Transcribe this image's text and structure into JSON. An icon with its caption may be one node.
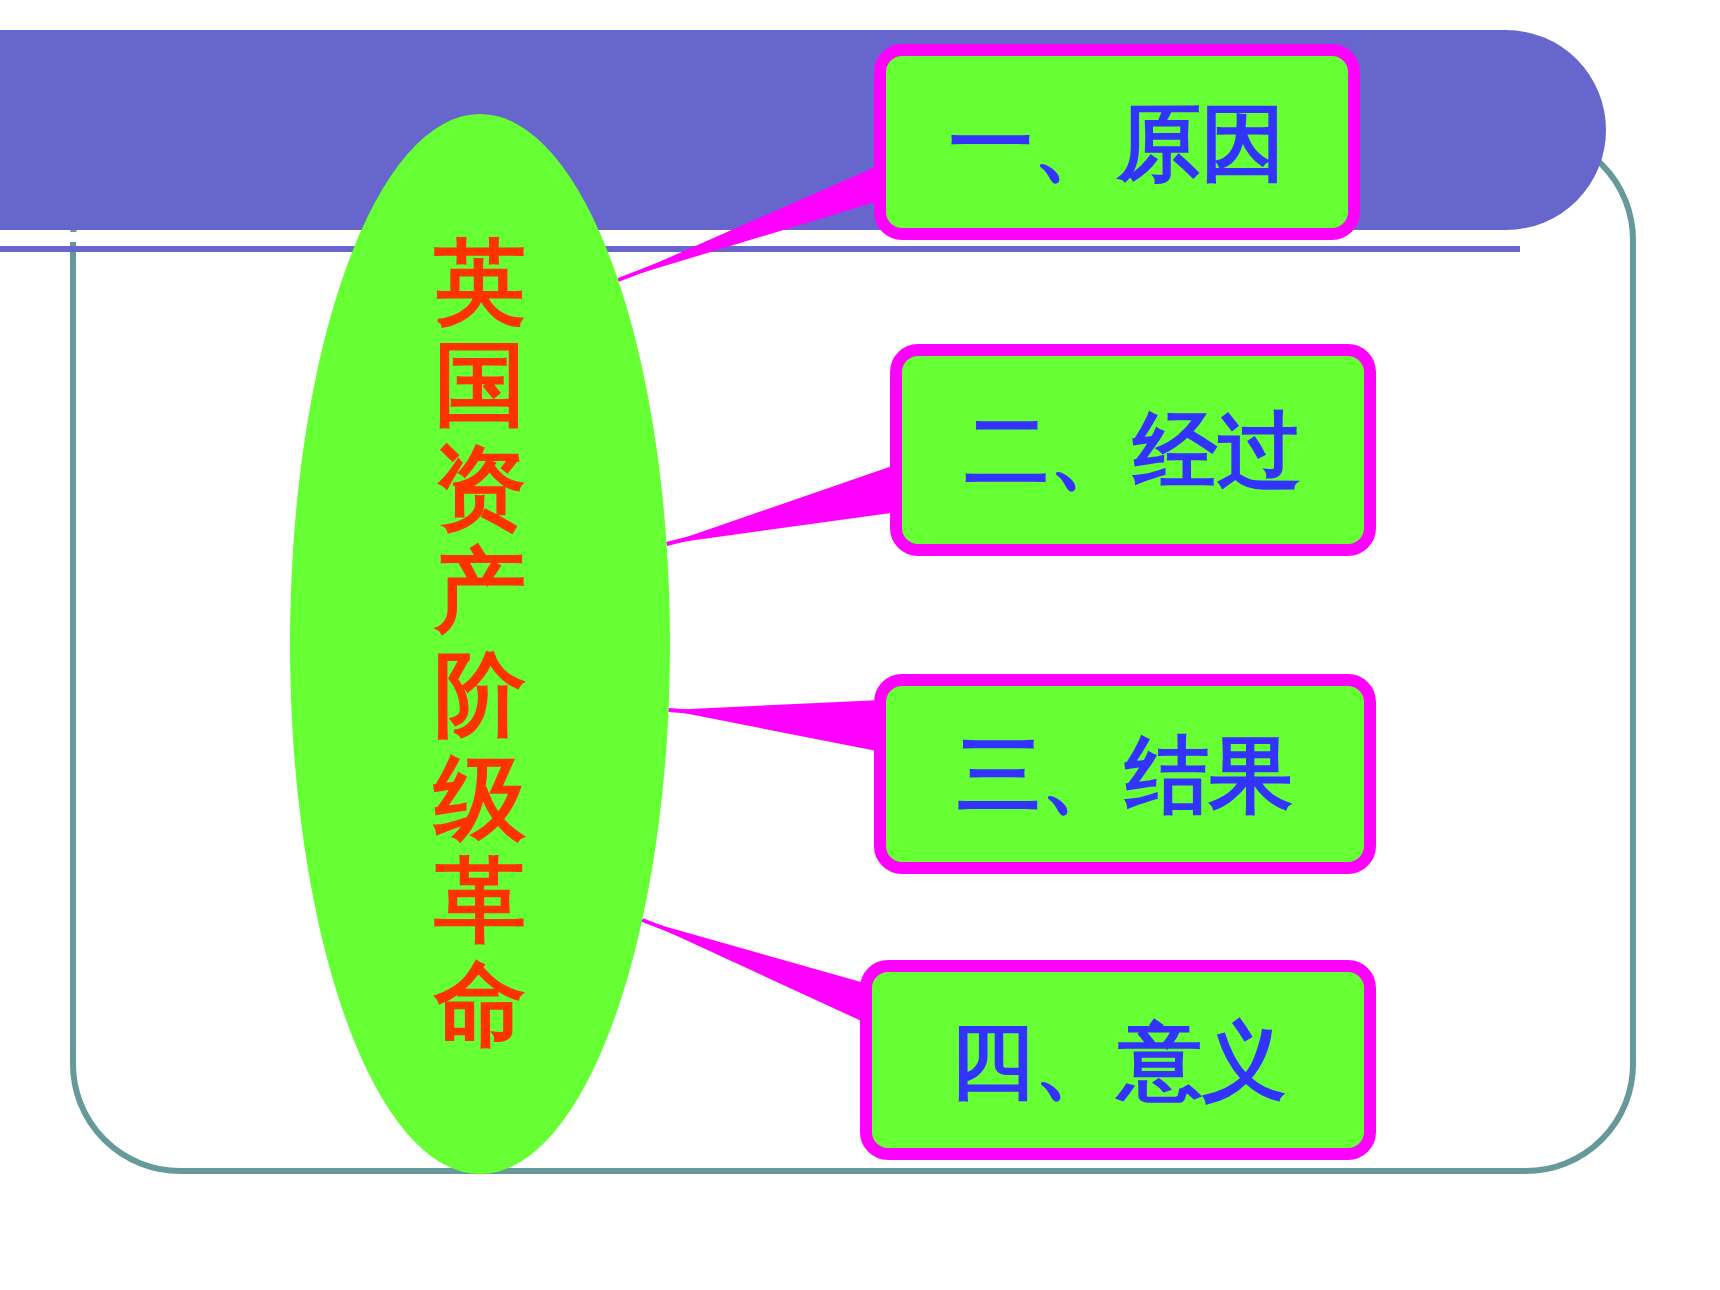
{
  "diagram": {
    "nodes": [
      {
        "text": [
          "英国资产阶级革命"
        ]
      },
      {
        "text": [
          "一、原因"
        ]
      },
      {
        "text": [
          "二、经过"
        ]
      },
      {
        "text": [
          "三、结果"
        ]
      },
      {
        "text": [
          "四、意义"
        ]
      }
    ],
    "edges": [
      {
        "from": 1,
        "to": 0,
        "arrow": "none"
      },
      {
        "from": 2,
        "to": 0,
        "arrow": "none"
      },
      {
        "from": 3,
        "to": 0,
        "arrow": "none"
      },
      {
        "from": 4,
        "to": 0,
        "arrow": "none"
      }
    ]
  }
}
